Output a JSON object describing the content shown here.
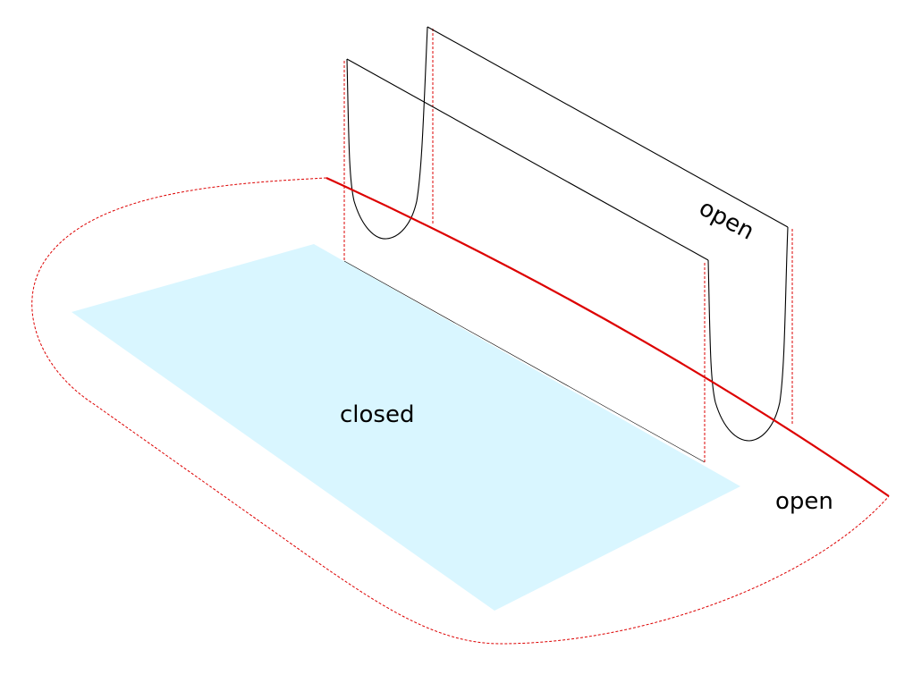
{
  "labels": {
    "open_upper": "open",
    "closed": "closed",
    "open_lower": "open"
  },
  "colors": {
    "closed_region": "#d9f6ff",
    "boundary": "#dd0000",
    "sheet": "#000000"
  }
}
